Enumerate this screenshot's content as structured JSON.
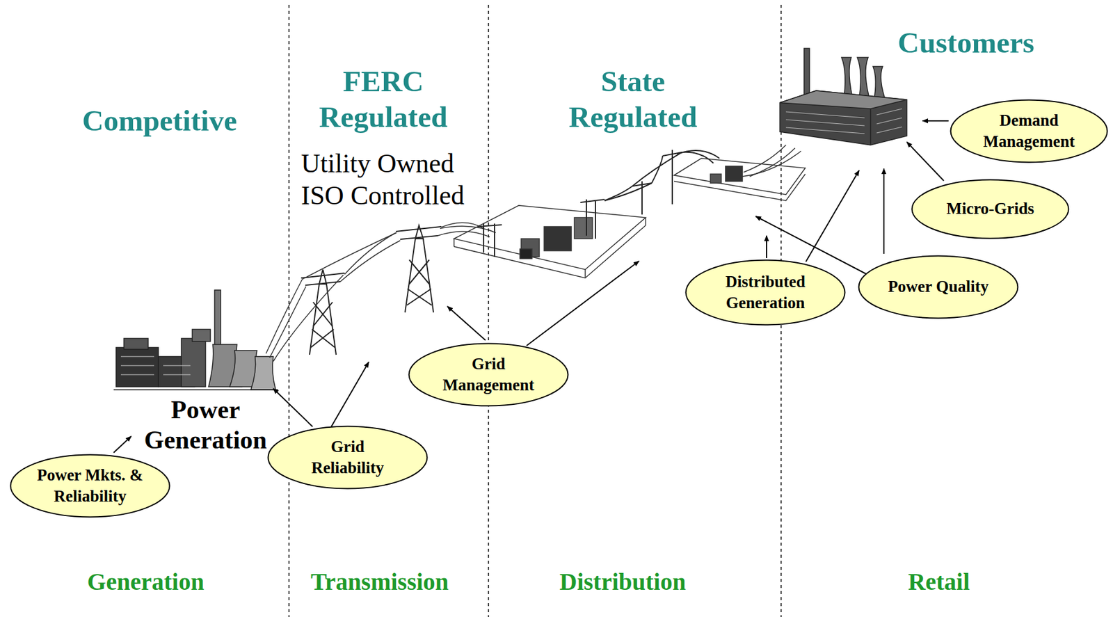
{
  "diagram": {
    "nodes": [
      {
        "text": [
          "Demand Management"
        ]
      },
      {
        "text": [
          "Micro-Grids"
        ]
      },
      {
        "text": [
          "Distributed Generation"
        ]
      },
      {
        "text": [
          "Power Quality"
        ]
      },
      {
        "text": [
          "Grid Management"
        ]
      },
      {
        "text": [
          "Grid Reliability"
        ]
      },
      {
        "text": [
          "Power Mkts. & Reliability"
        ]
      }
    ],
    "labels": [
      "Customers",
      "Competitive",
      "FERC Regulated",
      "State Regulated",
      "Utility Owned ISO Controlled",
      "Power Generation",
      "Generation",
      "Transmission",
      "Distribution",
      "Retail"
    ]
  }
}
